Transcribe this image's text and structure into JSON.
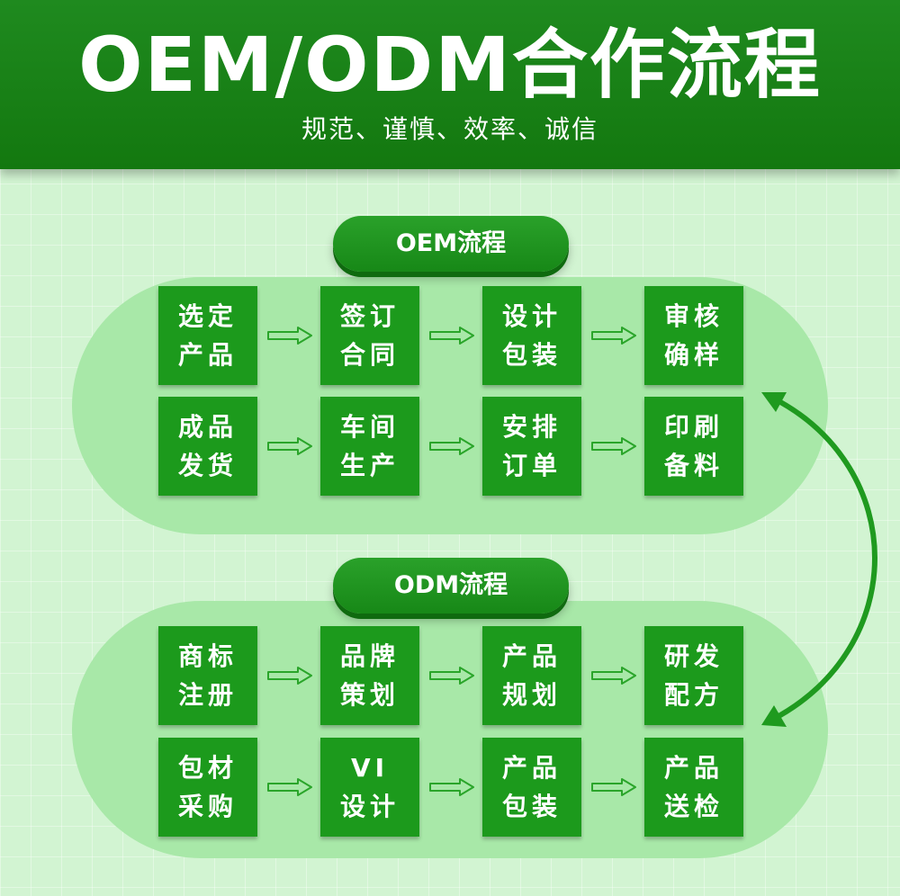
{
  "header": {
    "title": "OEM/ODM合作流程",
    "subtitle": "规范、谨慎、效率、诚信"
  },
  "oem": {
    "label": "OEM流程",
    "row1": [
      {
        "l1": "选定",
        "l2": "产品"
      },
      {
        "l1": "签订",
        "l2": "合同"
      },
      {
        "l1": "设计",
        "l2": "包装"
      },
      {
        "l1": "审核",
        "l2": "确样"
      }
    ],
    "row2": [
      {
        "l1": "成品",
        "l2": "发货"
      },
      {
        "l1": "车间",
        "l2": "生产"
      },
      {
        "l1": "安排",
        "l2": "订单"
      },
      {
        "l1": "印刷",
        "l2": "备料"
      }
    ]
  },
  "odm": {
    "label": "ODM流程",
    "row1": [
      {
        "l1": "商标",
        "l2": "注册"
      },
      {
        "l1": "品牌",
        "l2": "策划"
      },
      {
        "l1": "产品",
        "l2": "规划"
      },
      {
        "l1": "研发",
        "l2": "配方"
      }
    ],
    "row2": [
      {
        "l1": "包材",
        "l2": "采购"
      },
      {
        "l1": "VI",
        "l2": "设计"
      },
      {
        "l1": "产品",
        "l2": "包装"
      },
      {
        "l1": "产品",
        "l2": "送检"
      }
    ]
  },
  "colors": {
    "header": "#1a831a",
    "box": "#1c9a1c",
    "panel": "#a8e8a8",
    "background": "#d2f4d2",
    "arrow": "#2aa52a"
  },
  "icons": {
    "arrow": "outline-arrow-right-icon",
    "connector": "double-headed-curved-arrow-icon"
  }
}
